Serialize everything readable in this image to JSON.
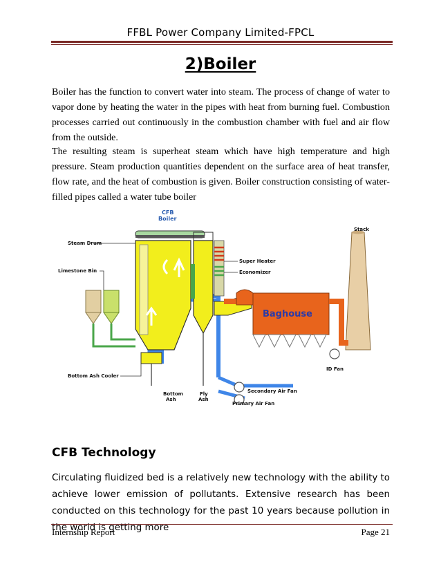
{
  "header": {
    "title": "FFBL Power Company Limited-FPCL"
  },
  "section": {
    "title": "2)Boiler",
    "paragraph1": "Boiler has the function to convert water into steam. The process of change of water to vapor done by heating the water in the pipes with heat from burning fuel. Combustion processes carried out continuously in the combustion chamber with fuel and air flow from the outside.",
    "paragraph2": "The resulting steam is superheat steam which have high temperature and high pressure. Steam production quantities dependent on the surface area of heat transfer, flow rate, and the heat of combustion is given. Boiler construction consisting of water-filled  pipes called a water tube boiler"
  },
  "diagram": {
    "title_line1": "CFB",
    "title_line2": "Boiler",
    "labels": {
      "steam_drum": "Steam Drum",
      "limestone_bin": "Limestone Bin",
      "bottom_ash_cooler": "Bottom Ash Cooler",
      "bottom_ash_line1": "Bottom",
      "bottom_ash_line2": "Ash",
      "fly_ash_line1": "Fly",
      "fly_ash_line2": "Ash",
      "super_heater": "Super Heater",
      "economizer": "Economizer",
      "baghouse": "Baghouse",
      "stack": "Stack",
      "id_fan": "ID Fan",
      "secondary_air_fan": "Secondary Air Fan",
      "primary_air_fan": "Primary Air Fan"
    },
    "colors": {
      "boiler_yellow": "#f2ee1c",
      "pipe_blue": "#3f86e8",
      "baghouse_orange": "#e8641c",
      "stack_tan": "#e8cfa6",
      "limestone_green": "#c9e06b",
      "limestone_tan": "#e2cfa2"
    }
  },
  "subsection": {
    "heading": "CFB Technology",
    "paragraph": "Circulating fluidized bed is a relatively new technology with the ability to achieve lower emission of pollutants. Extensive research has been conducted on this technology for the past 10 years because pollution in the world is getting more"
  },
  "footer": {
    "left": "Internship Report",
    "right": "Page 21"
  }
}
